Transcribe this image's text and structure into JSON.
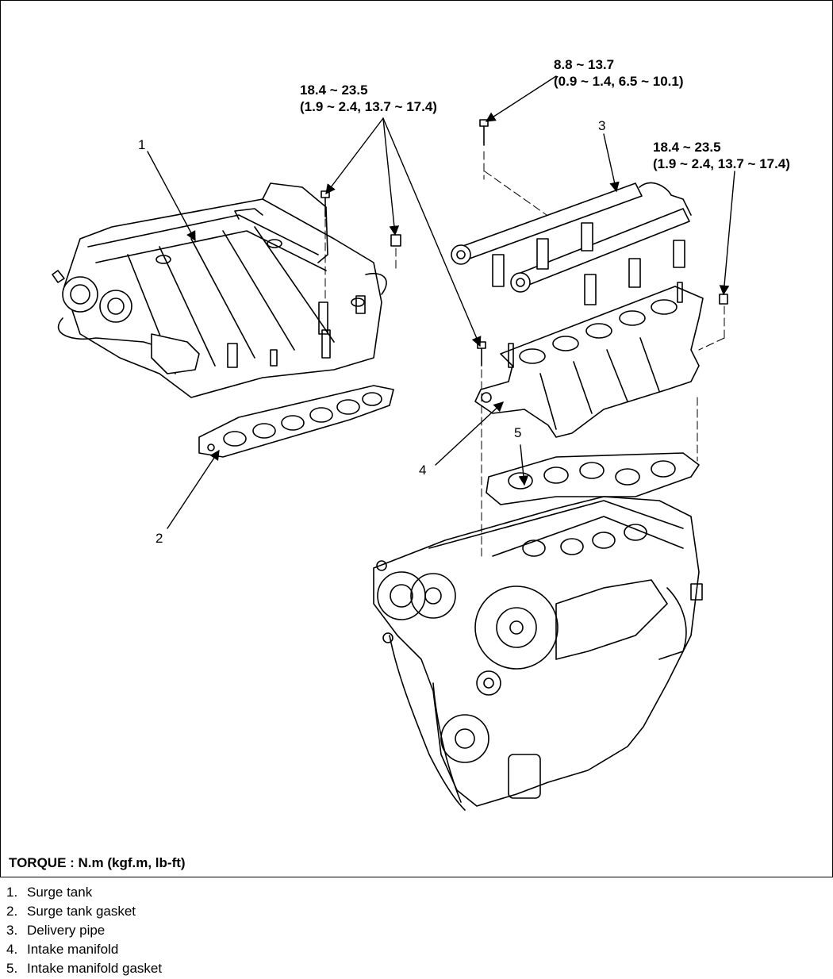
{
  "torque_callouts": {
    "top_center": {
      "line1": "18.4 ~ 23.5",
      "line2": "(1.9 ~ 2.4, 13.7 ~ 17.4)"
    },
    "top_right_delivery": {
      "line1": "8.8 ~ 13.7",
      "line2": "(0.9 ~ 1.4, 6.5 ~ 10.1)"
    },
    "right": {
      "line1": "18.4 ~ 23.5",
      "line2": "(1.9 ~ 2.4, 13.7 ~ 17.4)"
    }
  },
  "part_numbers": {
    "n1": "1",
    "n2": "2",
    "n3": "3",
    "n4": "4",
    "n5": "5"
  },
  "legend": {
    "title": "TORQUE : N.m (kgf.m, lb-ft)"
  },
  "parts": [
    {
      "num": "1.",
      "name": "Surge tank"
    },
    {
      "num": "2.",
      "name": "Surge tank gasket"
    },
    {
      "num": "3.",
      "name": "Delivery pipe"
    },
    {
      "num": "4.",
      "name": "Intake manifold"
    },
    {
      "num": "5.",
      "name": "Intake manifold gasket"
    }
  ]
}
